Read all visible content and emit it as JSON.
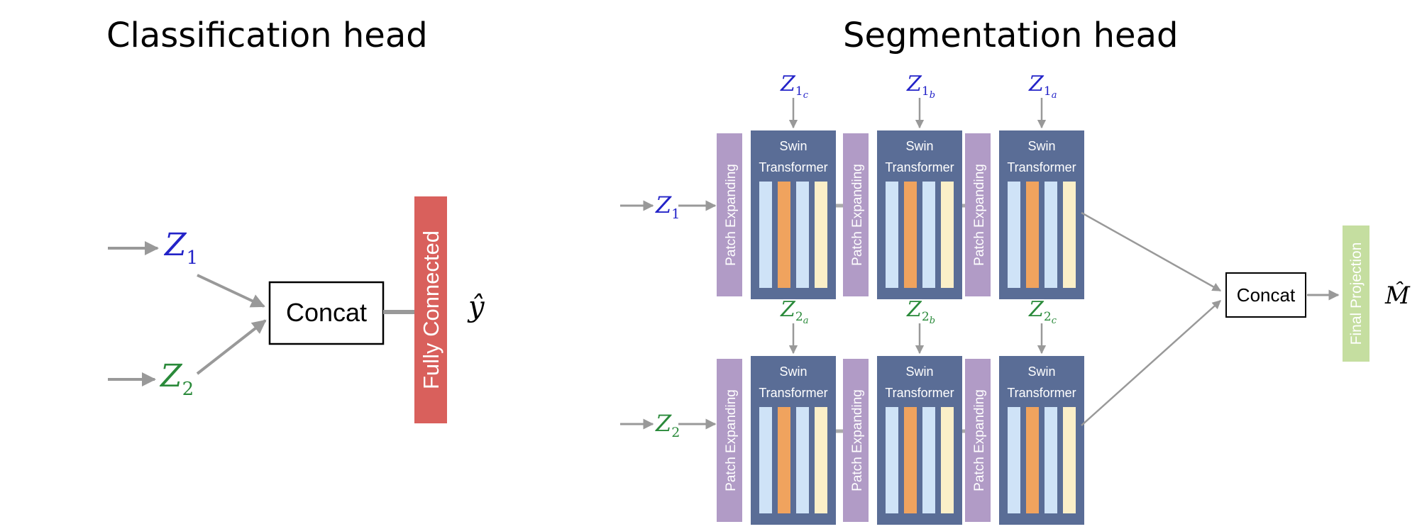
{
  "classification": {
    "title": "Classification head",
    "input1": {
      "symbol": "Z",
      "subscript": "1"
    },
    "input2": {
      "symbol": "Z",
      "subscript": "2"
    },
    "concat": "Concat",
    "fc": "Fully Connected",
    "output": "ŷ"
  },
  "segmentation": {
    "title": "Segmentation head",
    "top_input": {
      "symbol": "Z",
      "subscript": "1"
    },
    "bottom_input": {
      "symbol": "Z",
      "subscript": "2"
    },
    "patch_label": "Patch Expanding",
    "swin_line1": "Swin",
    "swin_line2": "Transformer",
    "top_skips": [
      {
        "symbol": "Z",
        "sub": "1",
        "subsub": "c"
      },
      {
        "symbol": "Z",
        "sub": "1",
        "subsub": "b"
      },
      {
        "symbol": "Z",
        "sub": "1",
        "subsub": "a"
      }
    ],
    "bottom_skips": [
      {
        "symbol": "Z",
        "sub": "2",
        "subsub": "a"
      },
      {
        "symbol": "Z",
        "sub": "2",
        "subsub": "b"
      },
      {
        "symbol": "Z",
        "sub": "2",
        "subsub": "c"
      }
    ],
    "concat": "Concat",
    "final": "Final Projection",
    "output": "M̂"
  },
  "colors": {
    "blue": "#2323c8",
    "green": "#2a8a3a",
    "arrow": "#999999",
    "fc": "#d9605c",
    "patch": "#b19bc6",
    "swin": "#5a6d96",
    "bar_light_blue": "#cfe3f7",
    "bar_orange": "#f0a35e",
    "bar_cream": "#fbefc8",
    "final": "#c5dea0"
  }
}
